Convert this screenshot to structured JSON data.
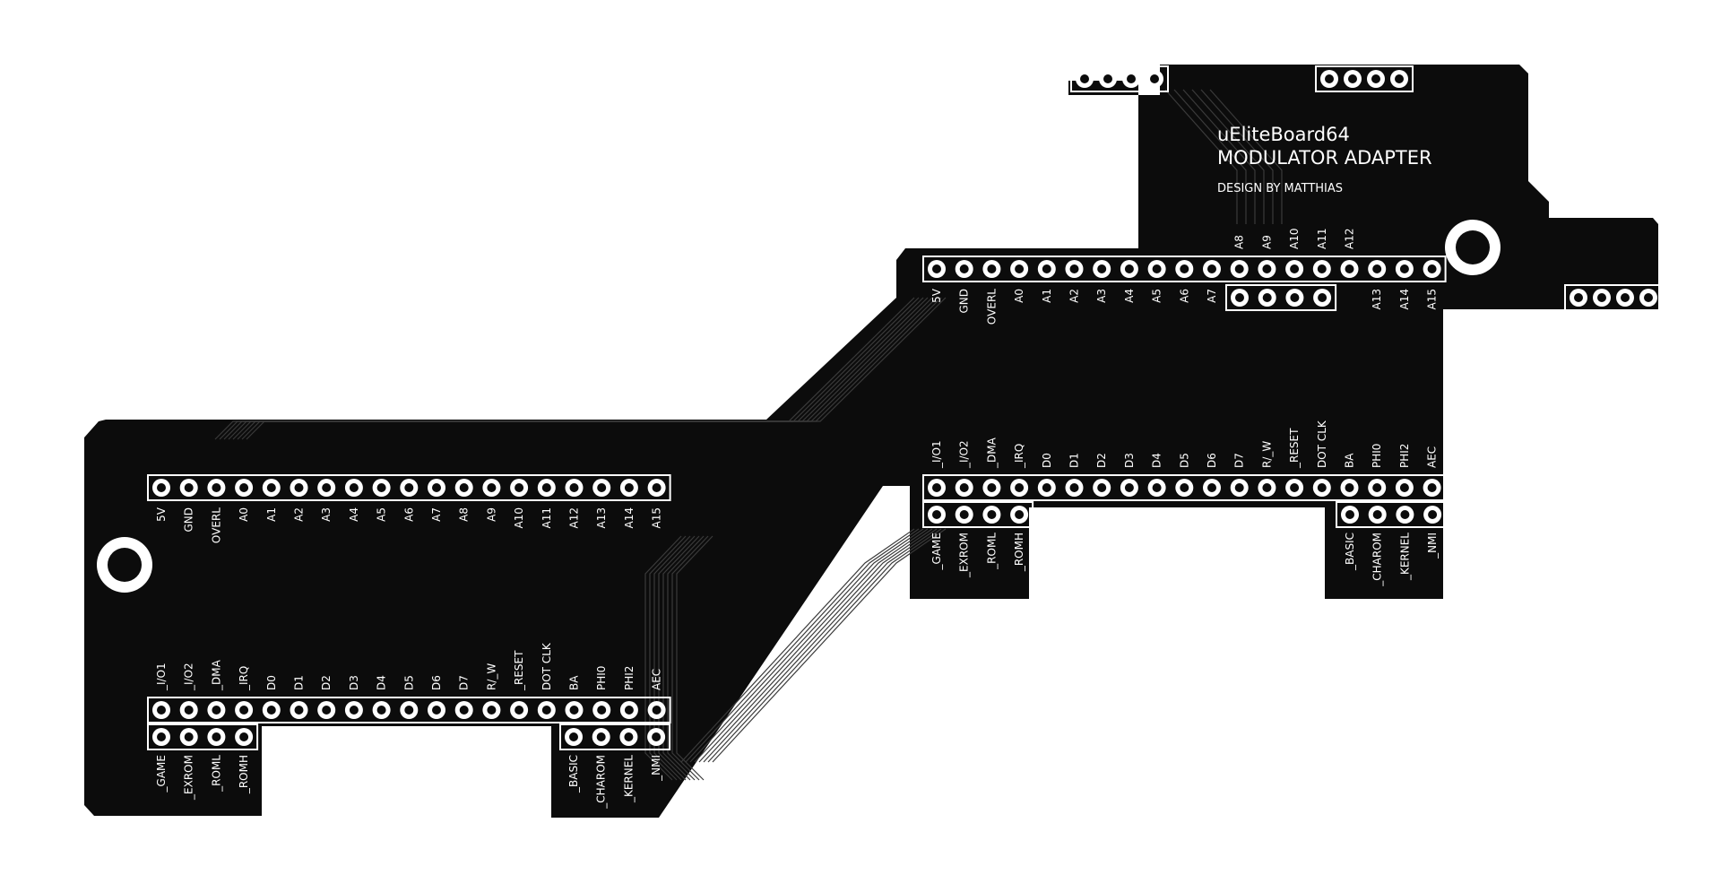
{
  "board": {
    "color": "#0c0c0c",
    "silkscreen_color": "#ffffff",
    "title_line1": "uEliteBoard64",
    "title_line2": "MODULATOR ADAPTER",
    "credit": "DESIGN BY MATTHIAS"
  },
  "labels": {
    "address_row": [
      "5V",
      "GND",
      "OVERL",
      "A0",
      "A1",
      "A2",
      "A3",
      "A4",
      "A5",
      "A6",
      "A7",
      "A8",
      "A9",
      "A10",
      "A11",
      "A12",
      "A13",
      "A14",
      "A15"
    ],
    "top_header_above": [
      "A8",
      "A9",
      "A10",
      "A11",
      "A12"
    ],
    "top_header_below": [
      "5V",
      "GND",
      "OVERL",
      "A0",
      "A1",
      "A2",
      "A3",
      "A4",
      "A5",
      "A6",
      "A7",
      "A13",
      "A14",
      "A15"
    ],
    "data_row": [
      "_I/O1",
      "_I/O2",
      "_DMA",
      "_IRQ",
      "D0",
      "D1",
      "D2",
      "D3",
      "D4",
      "D5",
      "D6",
      "D7",
      "R/_W",
      "_RESET",
      "DOT CLK",
      "BA",
      "PHI0",
      "PHI2",
      "AEC"
    ],
    "data_row_bottom_left": [
      "_GAME",
      "_EXROM",
      "_ROML",
      "_ROMH"
    ],
    "data_row_bottom_right": [
      "_BASIC",
      "_CHAROM",
      "_KERNEL",
      "_NMI"
    ]
  }
}
